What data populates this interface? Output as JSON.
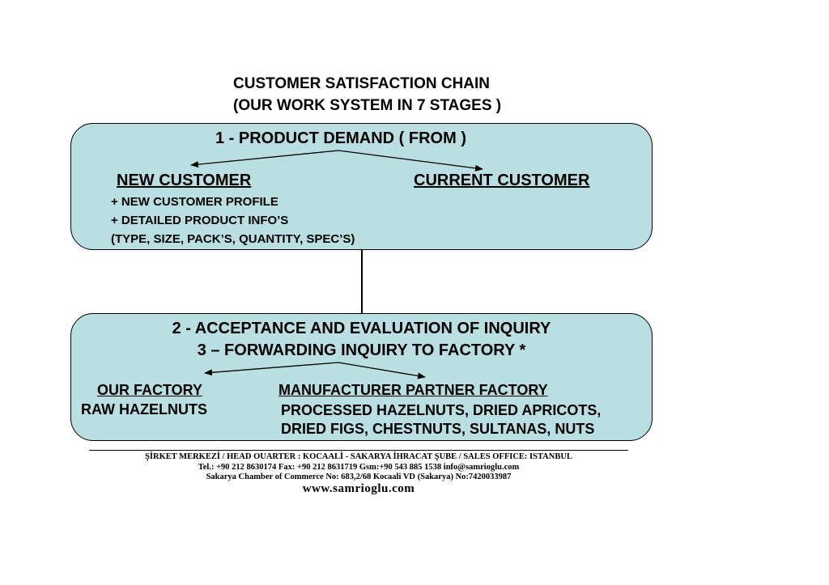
{
  "title": {
    "line1": "CUSTOMER SATISFACTION CHAIN",
    "line2": "(OUR WORK SYSTEM IN 7  STAGES )"
  },
  "stage1": {
    "heading": "1 - PRODUCT  DEMAND ( FROM )",
    "new_customer": "NEW  CUSTOMER",
    "current_customer": "CURRENT CUSTOMER",
    "details": [
      "+ NEW CUSTOMER PROFILE",
      "+ DETAILED PRODUCT INFO’S",
      "(TYPE, SIZE, PACK’S, QUANTITY, SPEC’S)"
    ]
  },
  "stage2": {
    "heading1": "2 - ACCEPTANCE AND EVALUATION  OF INQUIRY",
    "heading2": "3 – FORWARDING  INQUIRY  TO  FACTORY *",
    "our_factory": "OUR FACTORY",
    "raw": "RAW HAZELNUTS",
    "partner_factory": "MANUFACTURER PARTNER  FACTORY",
    "processed1": "PROCESSED HAZELNUTS, DRIED APRICOTS,",
    "processed2": "DRIED FIGS, CHESTNUTS, SULTANAS, NUTS"
  },
  "footer": {
    "line1": "ŞİRKET MERKEZİ / HEAD OUARTER : KOCAALİ - SAKARYA   İHRACAT ŞUBE / SALES OFFICE: ISTANBUL",
    "line2": "Tel.: +90 212 8630174   Fax: +90 212 8631719  Gsm:+90 543 885 1538   info@samrioglu.com",
    "line3": "Sakarya  Chamber of Commerce No: 683,2/68    Kocaali  VD (Sakarya) No:7420033987",
    "website": "www.samrioglu.com"
  },
  "colors": {
    "box_fill": "#b9dfe3",
    "stroke": "#000000"
  }
}
